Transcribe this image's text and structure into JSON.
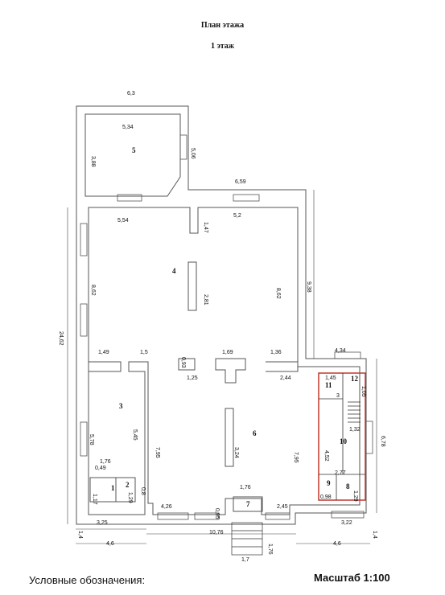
{
  "title": "План этажа",
  "floor": "1 этаж",
  "legend": "Условные обозначения:",
  "scale": "Масштаб 1:100",
  "colors": {
    "wall": "#7a7a7a",
    "line": "#222222",
    "highlight": "#c0392b"
  },
  "rooms": [
    "5",
    "4",
    "3",
    "6",
    "1",
    "2",
    "7",
    "10",
    "11",
    "12",
    "9",
    "8"
  ],
  "dims": [
    "6,3",
    "5,34",
    "3,88",
    "5,06",
    "5,54",
    "6,59",
    "1,47",
    "5,2",
    "2,81",
    "8,62",
    "8,62",
    "9,38",
    "24,62",
    "1,49",
    "1,5",
    "0,93",
    "1,69",
    "1,36",
    "1,25",
    "2,44",
    "4,34",
    "1,45",
    "1,05",
    "3",
    "1,32",
    "4,52",
    "6,78",
    "5,78",
    "5,45",
    "7,95",
    "3,24",
    "7,95",
    "0,49",
    "1,76",
    "1,17",
    "1,29",
    "0,8",
    "2,77",
    "1,29",
    "0,98",
    "1,76",
    "0,95",
    "4,26",
    "2,45",
    "3,25",
    "3,22",
    "1,4",
    "1,4",
    "10,76",
    "4,6",
    "4,6",
    "1,76",
    "1,7"
  ]
}
